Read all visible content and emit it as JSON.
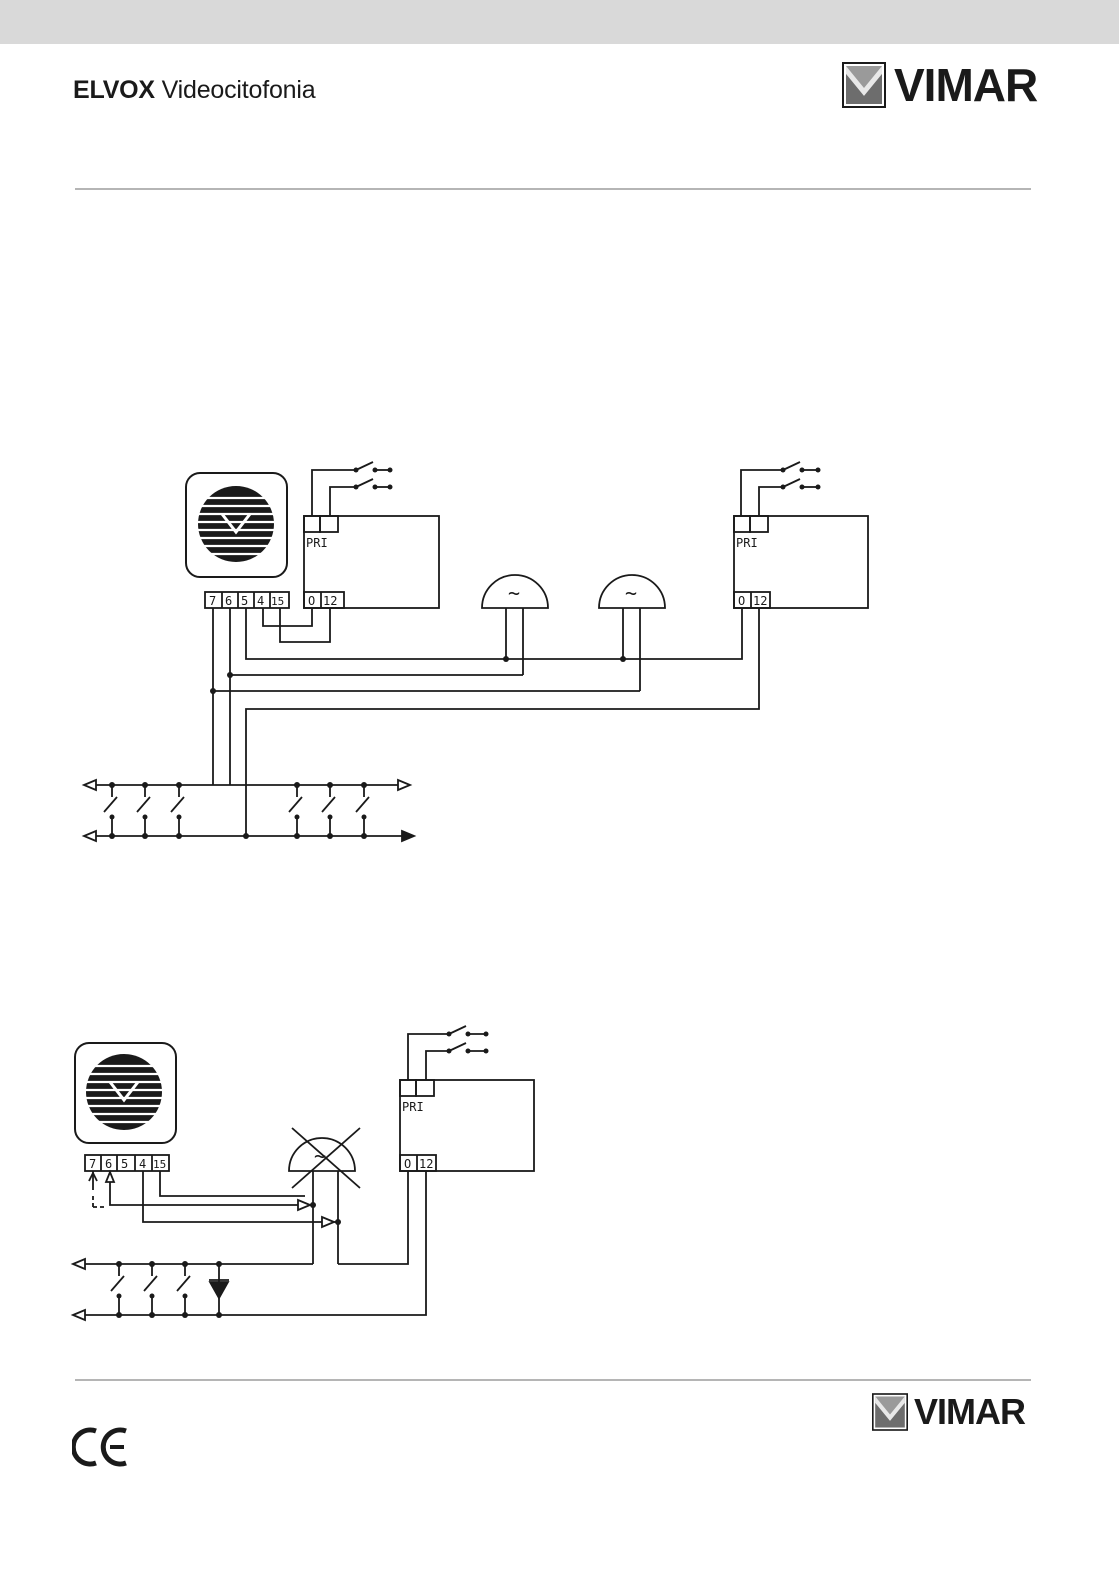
{
  "header": {
    "brand_bold": "ELVOX",
    "brand_rest": "Videocitofonia",
    "logo_text": "VIMAR"
  },
  "footer": {
    "logo_text": "VIMAR",
    "ce_mark": "CE"
  },
  "diagram1": {
    "terminals": [
      "7",
      "6",
      "5",
      "4",
      "15"
    ],
    "unit_a": {
      "label": "PRI",
      "terminals": [
        "O",
        "12"
      ]
    },
    "unit_b": {
      "label": "PRI",
      "terminals": [
        "O",
        "12"
      ]
    },
    "sounder_symbol": "~"
  },
  "diagram2": {
    "terminals": [
      "7",
      "6",
      "5",
      "4",
      "15"
    ],
    "unit": {
      "label": "PRI",
      "terminals": [
        "O",
        "12"
      ]
    },
    "sounder_symbol": "~"
  },
  "colors": {
    "ink": "#1a1a1a",
    "rule": "#b5b5b5",
    "topbar": "#d9d9d9"
  }
}
